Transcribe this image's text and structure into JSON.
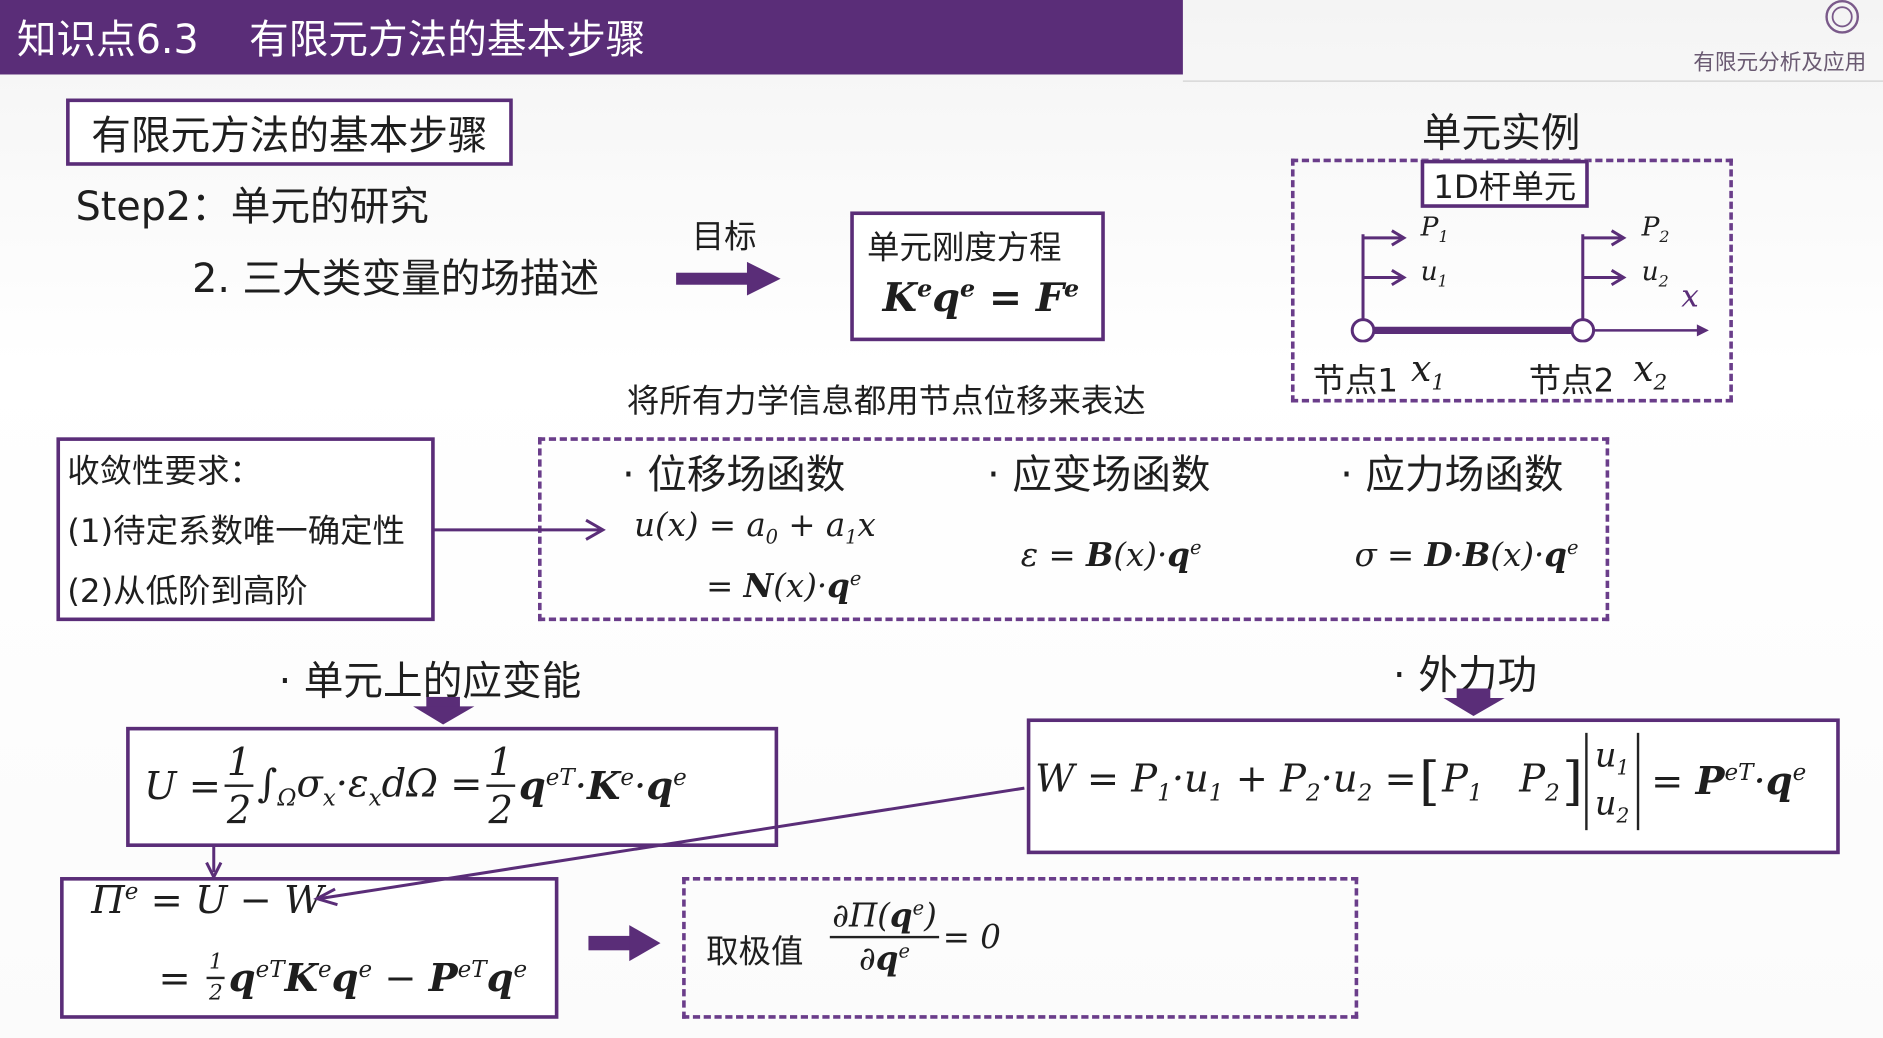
{
  "header": {
    "title": "知识点6.3    有限元方法的基本步骤",
    "course_logo_text": "有限元分析及应用",
    "bar_color": "#5a2d78"
  },
  "section": {
    "title": "有限元方法的基本步骤",
    "step": "Step2：单元的研究",
    "substep": "2. 三大类变量的场描述",
    "goal_label": "目标",
    "stiffness_title": "单元刚度方程"
  },
  "element_example": {
    "title": "单元实例",
    "type_label": "1D杆单元",
    "axis_label": "x",
    "node1_label": "节点1",
    "node2_label": "节点2"
  },
  "express_note": "将所有力学信息都用节点位移来表达",
  "convergence": {
    "title": "收敛性要求：",
    "item1": "(1)待定系数唯一确定性",
    "item2": "(2)从低阶到高阶"
  },
  "fields": {
    "displacement": "· 位移场函数",
    "strain": "· 应变场函数",
    "stress": "· 应力场函数"
  },
  "energy": {
    "strain_energy_label": "· 单元上的应变能",
    "external_work_label": "· 外力功",
    "extremum_label": "取极值",
    "extremum_rhs": "= 0"
  }
}
